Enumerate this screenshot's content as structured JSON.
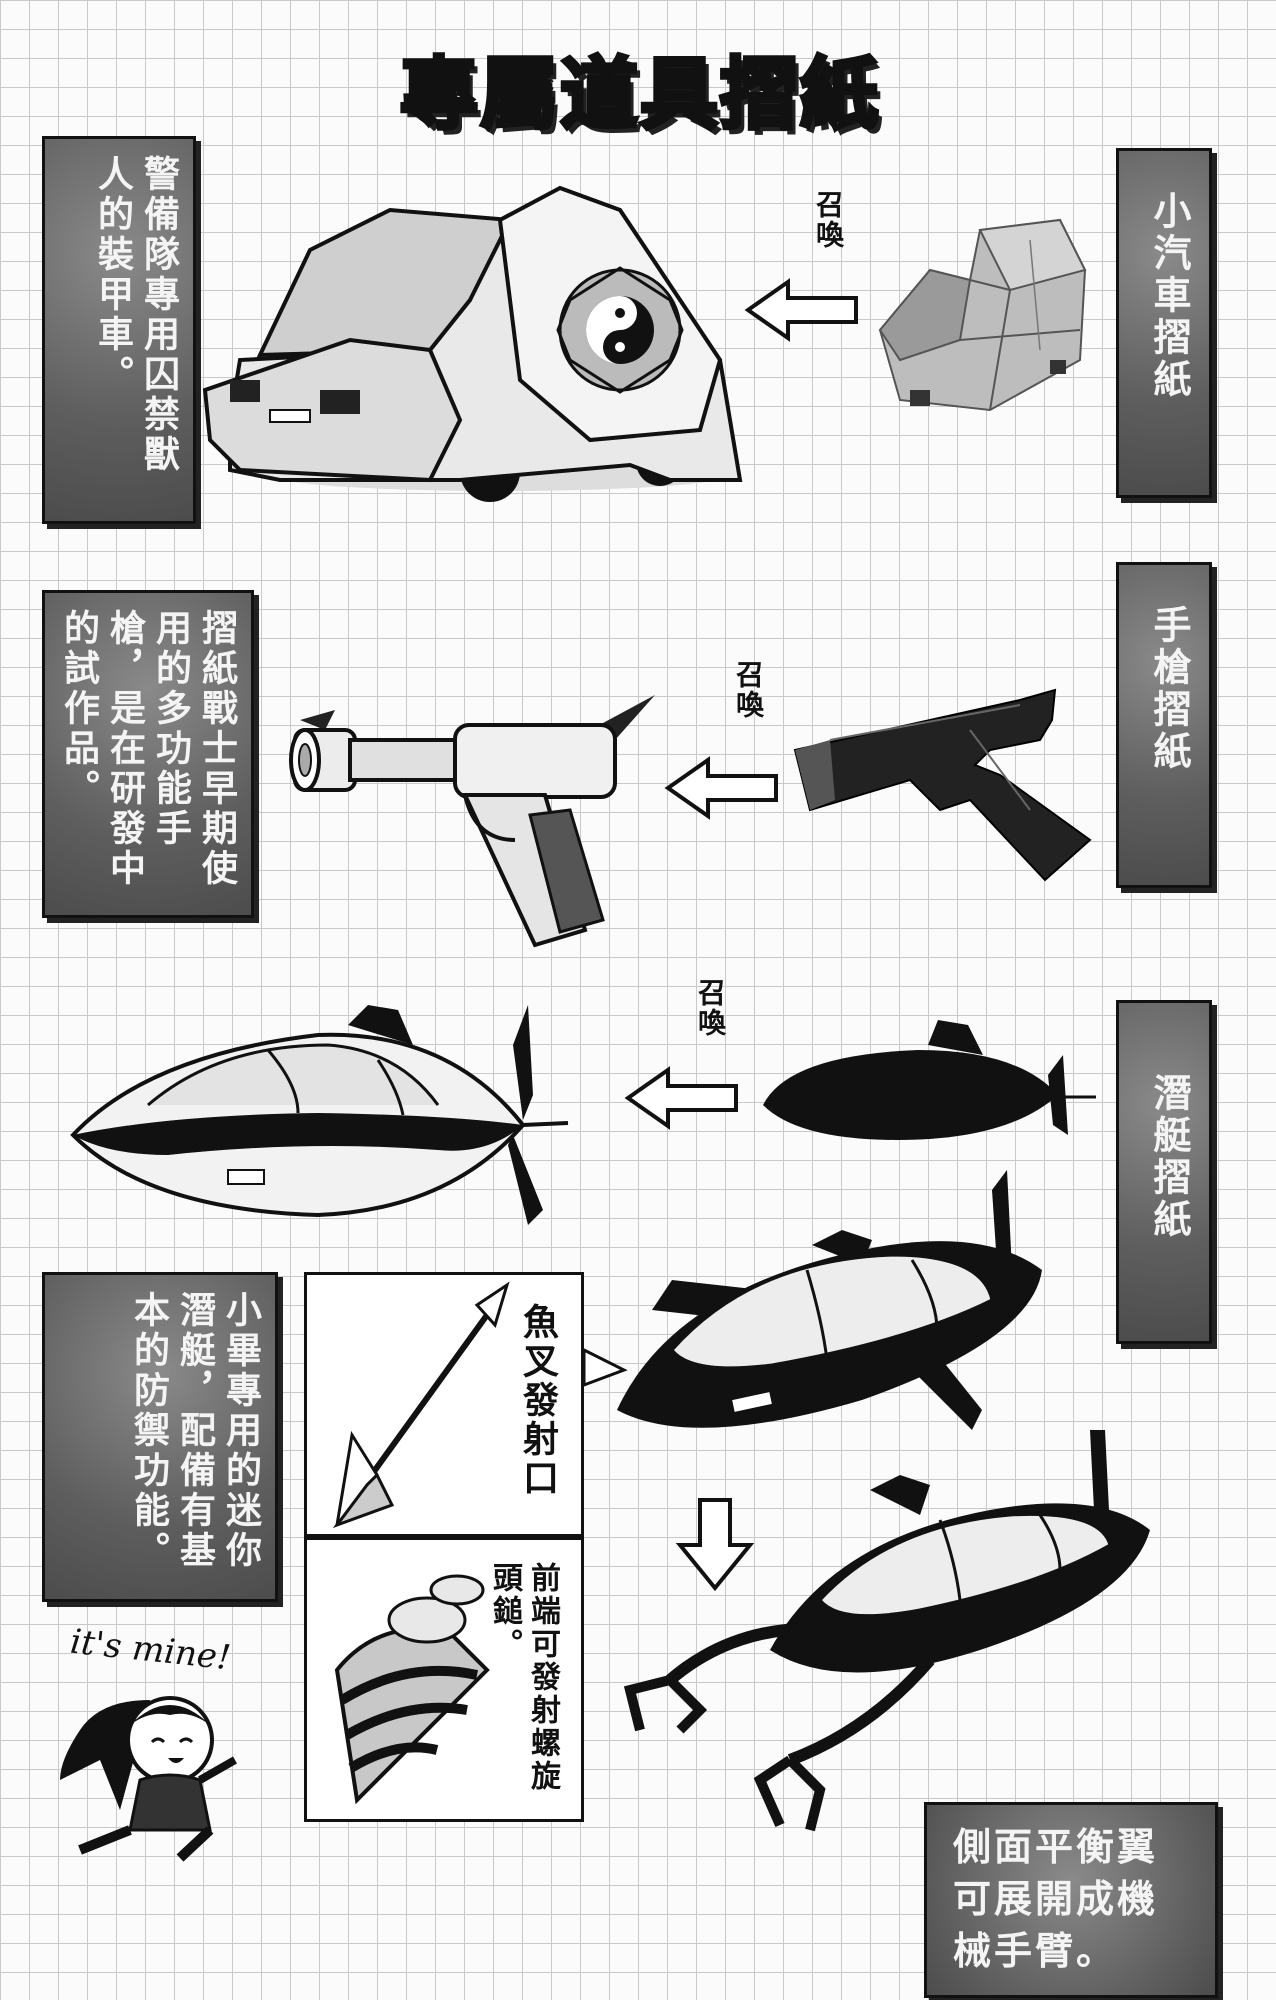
{
  "page": {
    "title": "專屬道具摺紙"
  },
  "sections": {
    "car": {
      "origami_label": "小汽車摺紙",
      "summon_label": "召喚",
      "description": "警備隊專用囚禁獸人的裝甲車。"
    },
    "gun": {
      "origami_label": "手槍摺紙",
      "summon_label": "召喚",
      "description": "摺紙戰士早期使用的多功能手槍，是在研發中的試作品。"
    },
    "sub": {
      "origami_label": "潛艇摺紙",
      "summon_label": "召喚",
      "description": "小畢專用的迷你潛艇，配備有基本的防禦功能。"
    }
  },
  "callouts": {
    "harpoon": "魚叉發射口",
    "drill": "前端可發射螺旋頭鎚。",
    "arms": "側面平衡翼可展開成機械手臂。"
  },
  "character": {
    "speech": "it's mine!"
  },
  "colors": {
    "box_gray": "#5e5e5e",
    "ink": "#111111",
    "grid": "#c9c9c9"
  }
}
